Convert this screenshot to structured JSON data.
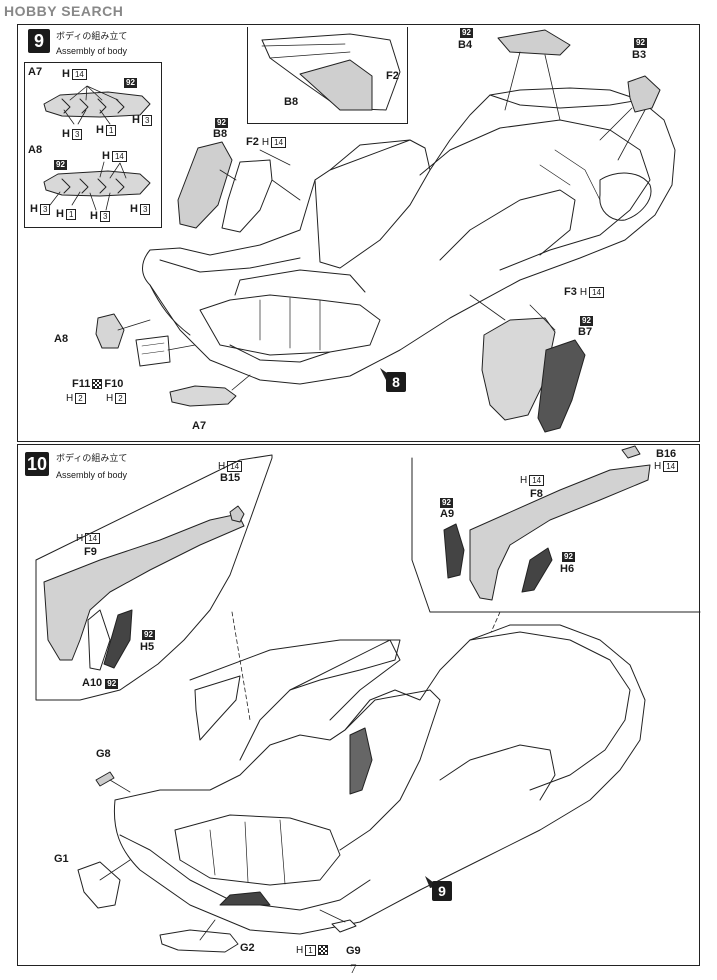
{
  "watermark": "HOBBY SEARCH",
  "page_number": "7",
  "steps": [
    {
      "number": "9",
      "title_jp": "ボディの組み立て",
      "title_en": "Assembly of body"
    },
    {
      "number": "10",
      "title_jp": "ボディの組み立て",
      "title_en": "Assembly of body"
    }
  ],
  "labels": {
    "A7": "A7",
    "A8": "A8",
    "A9": "A9",
    "A10": "A10",
    "B3": "B3",
    "B4": "B4",
    "B7": "B7",
    "B8": "B8",
    "B15": "B15",
    "B16": "B16",
    "F2": "F2",
    "F3": "F3",
    "F8": "F8",
    "F9": "F9",
    "F10": "F10",
    "F11": "F11",
    "G1": "G1",
    "G2": "G2",
    "G8": "G8",
    "G9": "G9",
    "H5": "H5",
    "H6": "H6",
    "H": "H",
    "n1": "1",
    "n2": "2",
    "n3": "3",
    "n14": "14",
    "n92": "92",
    "ref8": "8",
    "ref9": "9"
  }
}
